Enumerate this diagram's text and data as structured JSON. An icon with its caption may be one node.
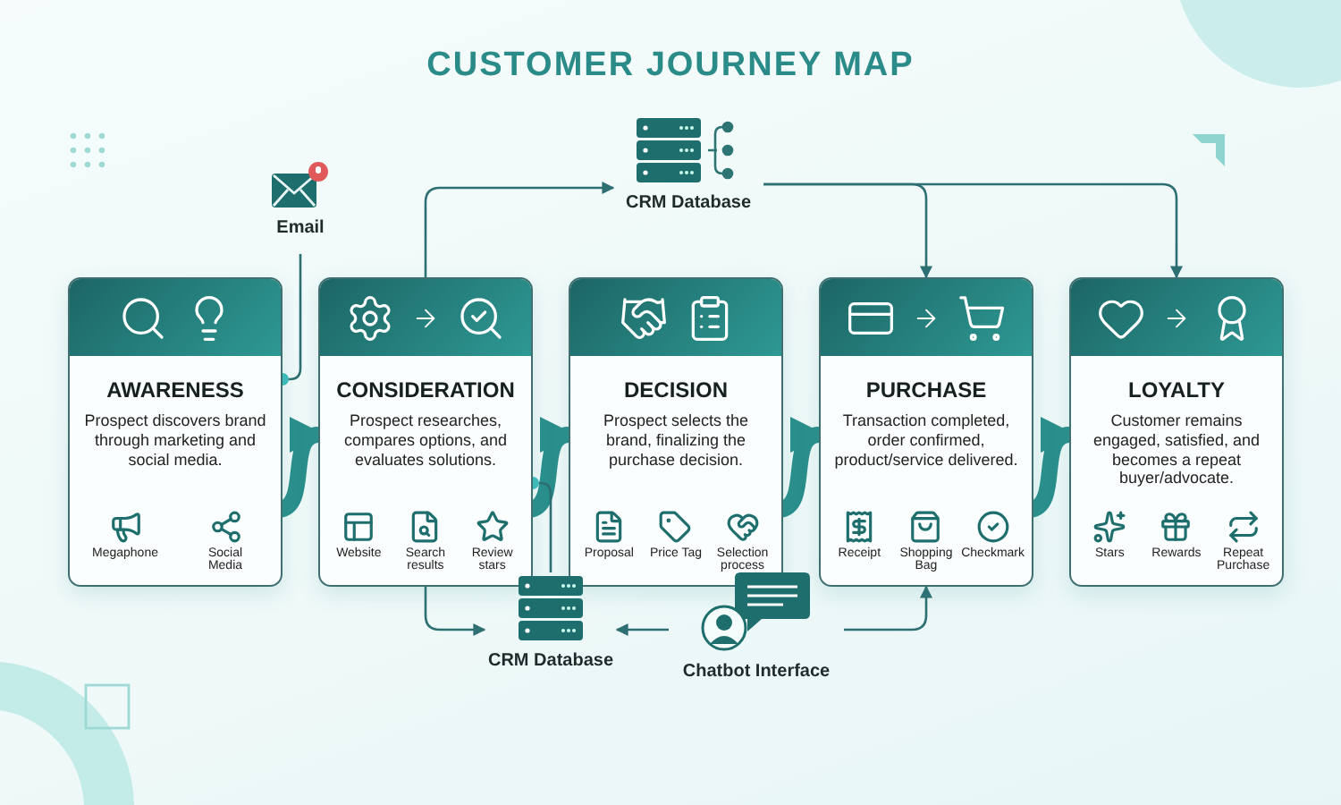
{
  "diagram": {
    "title": "CUSTOMER JOURNEY MAP",
    "nodes": [
      {
        "text": [
          "Email"
        ]
      },
      {
        "text": [
          "CRM Database"
        ]
      },
      {
        "text": [
          "AWARENESS",
          "Prospect discovers brand through marketing and social media."
        ]
      },
      {
        "text": [
          "Megaphone"
        ],
        "in": 2
      },
      {
        "text": [
          "Social Media"
        ],
        "in": 2
      },
      {
        "text": [
          "CONSIDERATION",
          "Prospect researches, compares options, and evaluates solutions."
        ]
      },
      {
        "text": [
          "Website"
        ],
        "in": 5
      },
      {
        "text": [
          "Search results"
        ],
        "in": 5
      },
      {
        "text": [
          "Review stars"
        ],
        "in": 5
      },
      {
        "text": [
          "DECISION",
          "Prospect selects the brand, finalizing the purchase decision."
        ]
      },
      {
        "text": [
          "Proposal"
        ],
        "in": 9
      },
      {
        "text": [
          "Price Tag"
        ],
        "in": 9
      },
      {
        "text": [
          "Selection process"
        ],
        "in": 9
      },
      {
        "text": [
          "PURCHASE",
          "Transaction completed, order confirmed, product/service delivered."
        ]
      },
      {
        "text": [
          "Receipt"
        ],
        "in": 13
      },
      {
        "text": [
          "Shopping Bag"
        ],
        "in": 13
      },
      {
        "text": [
          "Checkmark"
        ],
        "in": 13
      },
      {
        "text": [
          "LOYALTY",
          "Customer remains engaged, satisfied, and becomes a repeat buyer/advocate."
        ]
      },
      {
        "text": [
          "Stars"
        ],
        "in": 17
      },
      {
        "text": [
          "Rewards"
        ],
        "in": 17
      },
      {
        "text": [
          "Repeat Purchase"
        ],
        "in": 17
      },
      {
        "text": [
          "CRM Database"
        ]
      },
      {
        "text": [
          "Chatbot Interface"
        ]
      }
    ],
    "edges": [
      {
        "from": 0,
        "to": 2,
        "arrow": "other"
      },
      {
        "from": 5,
        "to": 1,
        "arrow": "to"
      },
      {
        "from": 1,
        "to": 13,
        "arrow": "to"
      },
      {
        "from": 1,
        "to": 17,
        "arrow": "to"
      },
      {
        "from": 2,
        "to": 5,
        "arrow": "to",
        "style": "thick"
      },
      {
        "from": 5,
        "to": 9,
        "arrow": "to",
        "style": "thick"
      },
      {
        "from": 9,
        "to": 13,
        "arrow": "to",
        "style": "thick"
      },
      {
        "from": 13,
        "to": 17,
        "arrow": "to",
        "style": "thick"
      },
      {
        "from": 5,
        "to": 21,
        "arrow": "to"
      },
      {
        "from": 21,
        "to": 5,
        "arrow": "other"
      },
      {
        "from": 22,
        "to": 21,
        "arrow": "to"
      },
      {
        "from": 22,
        "to": 13,
        "arrow": "to"
      }
    ]
  }
}
